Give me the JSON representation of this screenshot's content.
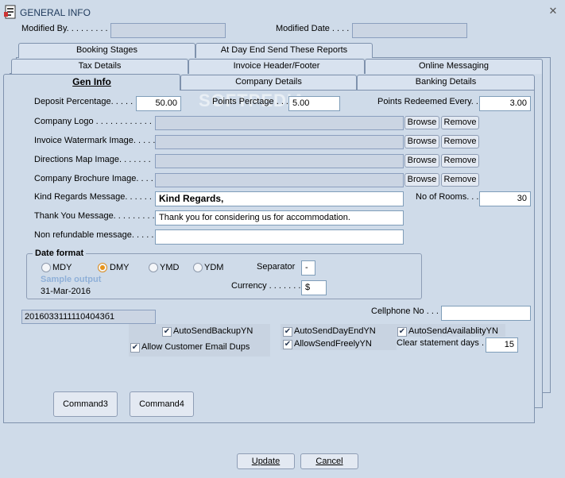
{
  "window": {
    "title": "GENERAL INFO"
  },
  "header": {
    "modified_by_label": "Modified By. . . . . . . . . .",
    "modified_by_value": "",
    "modified_date_label": "Modified Date . . . .",
    "modified_date_value": ""
  },
  "tabs": {
    "row3": [
      "Booking Stages",
      "At Day End Send These Reports"
    ],
    "row2": [
      "Tax Details",
      "Invoice Header/Footer",
      "Online Messaging"
    ],
    "row1": [
      "Gen Info",
      "Company Details",
      "Banking Details"
    ],
    "active": "Gen Info"
  },
  "watermark": "SOFTPEDIA",
  "form": {
    "deposit_label": "Deposit Percentage. . . . . .",
    "deposit_value": "50.00",
    "points_pct_label": "Points Perctage . . .",
    "points_pct_value": "5.00",
    "points_redeemed_label": "Points Redeemed Every. . .",
    "points_redeemed_value": "3.00",
    "logo_label": "Company Logo . . . . . . . . . . . . .",
    "watermark_img_label": "Invoice Watermark Image. . . . .",
    "map_label": "Directions Map Image. . . . . . .",
    "brochure_label": "Company Brochure Image. . . . .",
    "browse_label": "Browse",
    "remove_label": "Remove",
    "kind_regards_label": "Kind Regards Message. . . . . . .",
    "kind_regards_value": "Kind Regards,",
    "rooms_label": "No of Rooms. . .",
    "rooms_value": "30",
    "thank_you_label": "Thank You Message. . . . . . . . .",
    "thank_you_value": "Thank you for considering us for accommodation.",
    "nonrefund_label": "Non refundable message. . . . . .",
    "nonrefund_value": ""
  },
  "date_format": {
    "title": "Date format",
    "options": [
      "MDY",
      "DMY",
      "YMD",
      "YDM"
    ],
    "selected": "DMY",
    "sample_label": "Sample output",
    "sample_value": "31-Mar-2016",
    "separator_label": "Separator",
    "separator_value": "-",
    "currency_label": "Currency . . . . . . .",
    "currency_value": "$"
  },
  "serial_value": "20160331111104043б1",
  "cellphone_label": "Cellphone No . . .",
  "cellphone_value": "",
  "checks": {
    "auto_backup": "AutoSendBackupYN",
    "allow_dups": "Allow Customer Email Dups",
    "auto_dayend": "AutoSendDayEndYN",
    "allow_freely": "AllowSendFreelyYN",
    "auto_avail": "AutoSendAvailablityYN"
  },
  "clear_days_label": "Clear statement days . .",
  "clear_days_value": "15",
  "buttons": {
    "command3": "Command3",
    "command4": "Command4",
    "update": "Update",
    "cancel": "Cancel"
  },
  "colors": {
    "background": "#cfdbe9",
    "title": "#1e395b",
    "radio_selected": "#e6931a"
  }
}
